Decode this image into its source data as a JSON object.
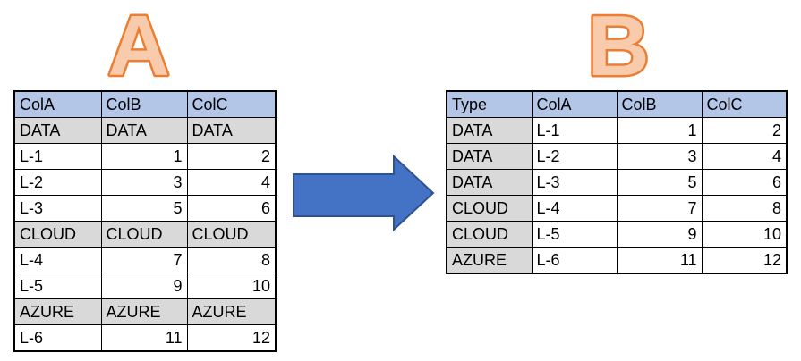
{
  "diagram": {
    "label_a": "A",
    "label_b": "B",
    "arrow": "right-block-arrow"
  },
  "colors": {
    "page_bg": "#ffffff",
    "header_bg": "#b4c6e7",
    "group_bg": "#d9d9d9",
    "cell_bg": "#ffffff",
    "border": "#000000",
    "text": "#000000",
    "letter_fill": "#f8cbad",
    "letter_stroke": "#ed7d31",
    "arrow_fill": "#4472c4",
    "arrow_stroke": "#2f528f"
  },
  "table_a": {
    "headers": [
      "ColA",
      "ColB",
      "ColC"
    ],
    "align": [
      "left",
      "right",
      "right"
    ],
    "rows": [
      {
        "kind": "group",
        "cells": [
          "DATA",
          "DATA",
          "DATA"
        ]
      },
      {
        "kind": "data",
        "cells": [
          "L-1",
          "1",
          "2"
        ]
      },
      {
        "kind": "data",
        "cells": [
          "L-2",
          "3",
          "4"
        ]
      },
      {
        "kind": "data",
        "cells": [
          "L-3",
          "5",
          "6"
        ]
      },
      {
        "kind": "group",
        "cells": [
          "CLOUD",
          "CLOUD",
          "CLOUD"
        ]
      },
      {
        "kind": "data",
        "cells": [
          "L-4",
          "7",
          "8"
        ]
      },
      {
        "kind": "data",
        "cells": [
          "L-5",
          "9",
          "10"
        ]
      },
      {
        "kind": "group",
        "cells": [
          "AZURE",
          "AZURE",
          "AZURE"
        ]
      },
      {
        "kind": "data",
        "cells": [
          "L-6",
          "11",
          "12"
        ]
      }
    ]
  },
  "table_b": {
    "headers": [
      "Type",
      "ColA",
      "ColB",
      "ColC"
    ],
    "align": [
      "left",
      "left",
      "right",
      "right"
    ],
    "shaded_first_col": true,
    "rows": [
      {
        "kind": "data",
        "cells": [
          "DATA",
          "L-1",
          "1",
          "2"
        ]
      },
      {
        "kind": "data",
        "cells": [
          "DATA",
          "L-2",
          "3",
          "4"
        ]
      },
      {
        "kind": "data",
        "cells": [
          "DATA",
          "L-3",
          "5",
          "6"
        ]
      },
      {
        "kind": "data",
        "cells": [
          "CLOUD",
          "L-4",
          "7",
          "8"
        ]
      },
      {
        "kind": "data",
        "cells": [
          "CLOUD",
          "L-5",
          "9",
          "10"
        ]
      },
      {
        "kind": "data",
        "cells": [
          "AZURE",
          "L-6",
          "11",
          "12"
        ]
      }
    ]
  }
}
